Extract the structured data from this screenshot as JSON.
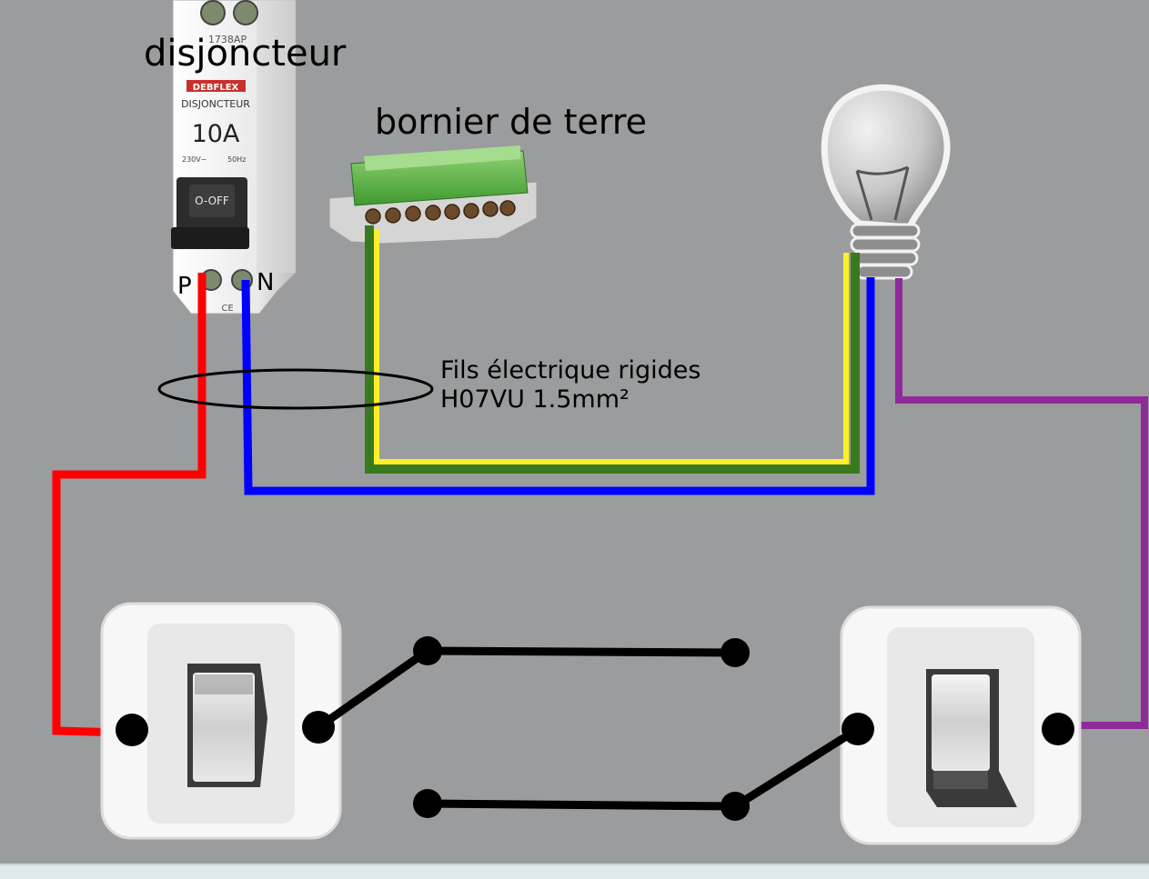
{
  "title": {
    "breaker": "disjoncteur",
    "earth_terminal": "bornier de terre"
  },
  "breaker": {
    "brand": "DEBFLEX",
    "name": "DISJONCTEUR",
    "rating": "10A",
    "voltage": "230V~",
    "frequency": "50Hz",
    "state_label": "O-OFF",
    "part_number": "1738AP",
    "ce_mark": "CE",
    "terminal_phase": "P",
    "terminal_neutral": "N"
  },
  "note": {
    "line1": "Fils électrique rigides",
    "line2": "H07VU 1.5mm²"
  },
  "colors": {
    "background": "#9a9c9e",
    "phase": "#ff0000",
    "neutral": "#0000ff",
    "earth_green": "#3a7a1e",
    "earth_yellow": "#ffef2a",
    "switched_return": "#8e2a9a",
    "traveller": "#000000"
  },
  "icons": [
    "circuit-breaker-icon",
    "earth-terminal-block-icon",
    "light-bulb-icon",
    "switch-icon"
  ]
}
